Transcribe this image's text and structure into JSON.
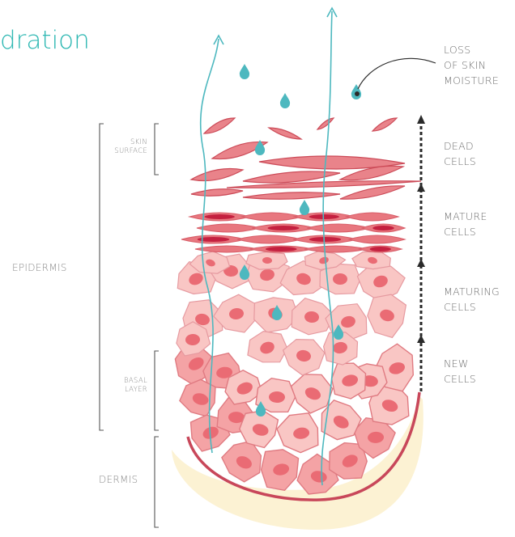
{
  "title": "dration",
  "labels": {
    "loss_line1": "LOSS",
    "loss_line2": "OF SKIN",
    "loss_line3": "MOISTURE",
    "dead_line1": "DEAD",
    "dead_line2": "CELLS",
    "mature_line1": "MATURE",
    "mature_line2": "CELLS",
    "maturing_line1": "MATURING",
    "maturing_line2": "CELLS",
    "new_line1": "NEW",
    "new_line2": "CELLS",
    "skin_surface_line1": "SKIN",
    "skin_surface_line2": "SURFACE",
    "basal_line1": "BASAL",
    "basal_line2": "LAYER",
    "epidermis": "EPIDERMIS",
    "dermis": "DERMIS"
  },
  "colors": {
    "title": "#2fb8b3",
    "droplet": "#4db8bf",
    "dermis": "#fcf2d3",
    "membrane": "#c8475a",
    "basal_cell": "#f4a3a5",
    "maturing_cell": "#f9c6c4",
    "mature_cell": "#e8777f",
    "dead_cell": "#e9838a",
    "nucleus": "#ea6b74",
    "mature_nucleus": "#c4203f",
    "arrow": "#2a2a2a",
    "bracket": "#555555"
  }
}
